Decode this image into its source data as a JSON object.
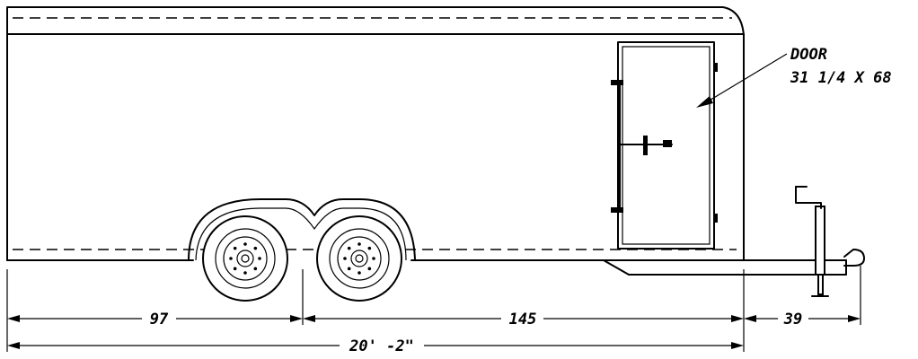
{
  "callout": {
    "title": "DOOR",
    "size": "31 1/4 X 68"
  },
  "dimensions": {
    "front_to_axle": "97",
    "axle_to_rear": "145",
    "tongue": "39",
    "overall": "20' -2\""
  }
}
